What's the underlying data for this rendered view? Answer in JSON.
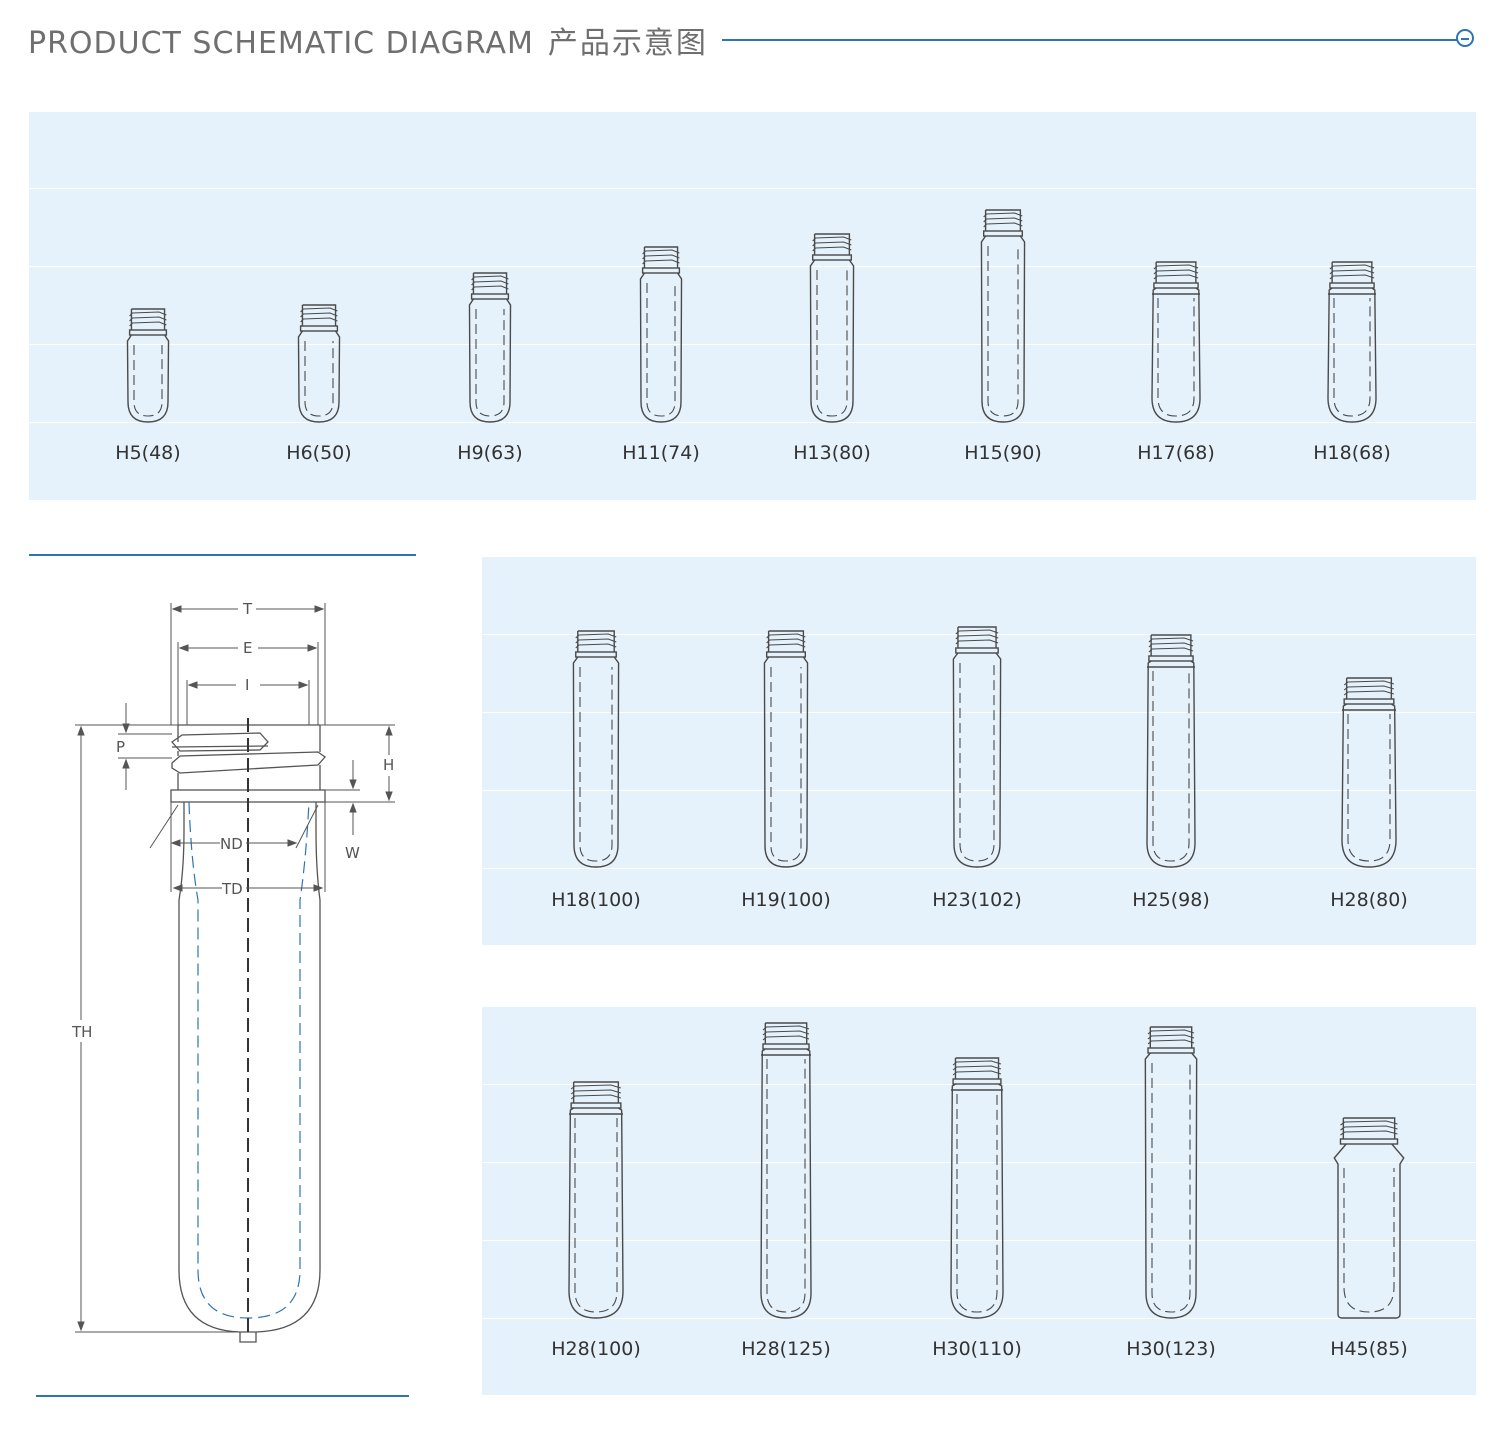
{
  "header": {
    "title_en": "PRODUCT SCHEMATIC DIAGRAM",
    "title_cn": "产品示意图"
  },
  "schematic": {
    "labels": {
      "T": "T",
      "E": "E",
      "I": "I",
      "P": "P",
      "H": "H",
      "ND": "ND",
      "TD": "TD",
      "W": "W",
      "TH": "TH"
    }
  },
  "panels": {
    "top": {
      "items": [
        {
          "label": "H5(48)",
          "style": "taper"
        },
        {
          "label": "H6(50)",
          "style": "taper"
        },
        {
          "label": "H9(63)",
          "style": "taper"
        },
        {
          "label": "H11(74)",
          "style": "taper"
        },
        {
          "label": "H13(80)",
          "style": "taper"
        },
        {
          "label": "H15(90)",
          "style": "taper"
        },
        {
          "label": "H17(68)",
          "style": "straight"
        },
        {
          "label": "H18(68)",
          "style": "straight"
        }
      ]
    },
    "middle": {
      "items": [
        {
          "label": "H18(100)",
          "style": "taper"
        },
        {
          "label": "H19(100)",
          "style": "taper"
        },
        {
          "label": "H23(102)",
          "style": "taper"
        },
        {
          "label": "H25(98)",
          "style": "straight"
        },
        {
          "label": "H28(80)",
          "style": "straight"
        }
      ]
    },
    "bottom": {
      "items": [
        {
          "label": "H28(100)",
          "style": "straight"
        },
        {
          "label": "H28(125)",
          "style": "straight"
        },
        {
          "label": "H30(110)",
          "style": "straight"
        },
        {
          "label": "H30(123)",
          "style": "taper"
        },
        {
          "label": "H45(85)",
          "style": "flare"
        }
      ]
    }
  },
  "colors": {
    "accent": "#2e74b5",
    "panel_bg": "#e6f2fb",
    "line": "#555555"
  }
}
